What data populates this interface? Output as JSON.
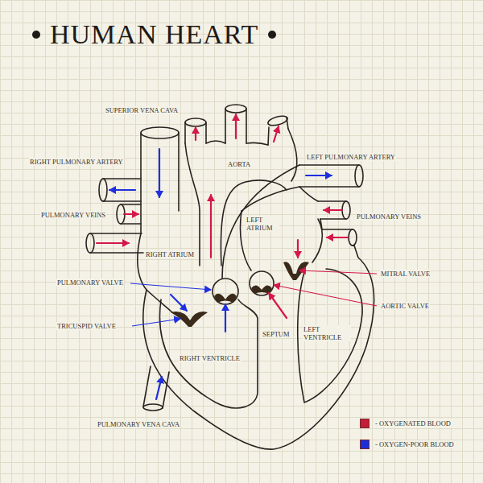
{
  "diagram": {
    "title": "HUMAN HEART",
    "labels": [
      "SUPERIOR VENA CAVA",
      "RIGHT PULMONARY ARTERY",
      "PULMONARY VEINS",
      "AORTA",
      "LEFT PULMONARY ARTERY",
      "PULMONARY VEINS",
      "RIGHT ATRIUM",
      "LEFT ATRIUM",
      "PULMONARY VALVE",
      "MITRAL VALVE",
      "AORTIC VALVE",
      "TRICUSPID VALVE",
      "SEPTUM",
      "LEFT VENTRICLE",
      "RIGHT VENTRICLE",
      "PULMONARY VENA CAVA"
    ],
    "legend": [
      {
        "text": "- OXYGENATED BLOOD",
        "color": "#c41d3a"
      },
      {
        "text": "- OXYGEN-POOR BLOOD",
        "color": "#1d2ed8"
      }
    ]
  }
}
